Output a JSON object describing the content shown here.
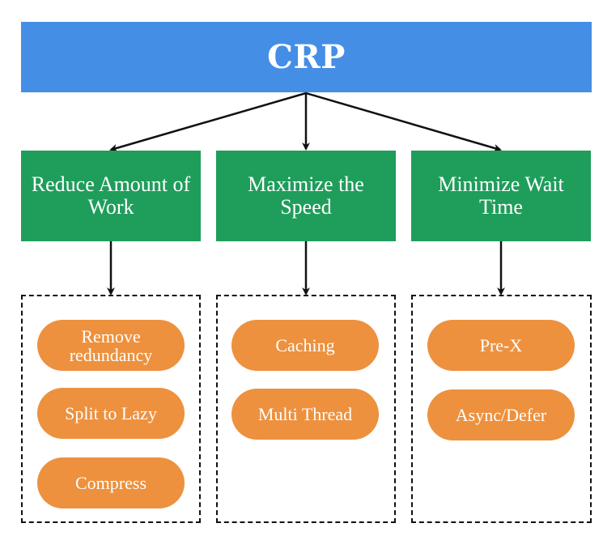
{
  "root": {
    "title": "CRP"
  },
  "categories": [
    {
      "label": "Reduce Amount of Work",
      "items": [
        "Remove redundancy",
        "Split to Lazy",
        "Compress"
      ]
    },
    {
      "label": "Maximize the Speed",
      "items": [
        "Caching",
        "Multi Thread"
      ]
    },
    {
      "label": "Minimize Wait Time",
      "items": [
        "Pre-X",
        "Async/Defer"
      ]
    }
  ],
  "colors": {
    "root_fill": "#448ee6",
    "category_fill": "#1f9d5b",
    "item_fill": "#ed913e",
    "connector": "#111111"
  }
}
